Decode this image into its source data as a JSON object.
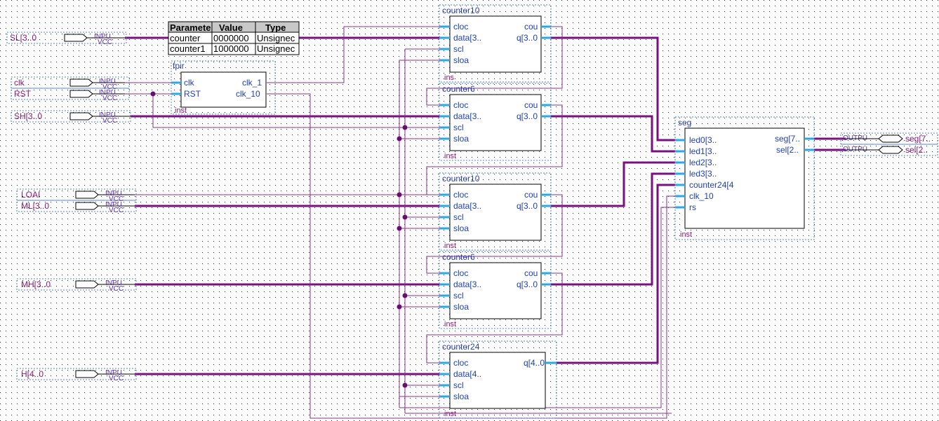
{
  "param_table": {
    "headers": [
      "Paramete",
      "Value",
      "Type"
    ],
    "rows": [
      [
        "counter",
        "0000000",
        "Unsignec"
      ],
      [
        "counter1",
        "1000000",
        "Unsignec"
      ]
    ]
  },
  "input_pins": [
    {
      "id": "sl",
      "label": "SL[3..0",
      "type": "INPU",
      "vcc": "VCC"
    },
    {
      "id": "clk",
      "label": "clk",
      "type": "INPU",
      "vcc": "VCC"
    },
    {
      "id": "rst",
      "label": "RST",
      "type": "INPU",
      "vcc": "VCC"
    },
    {
      "id": "sh",
      "label": "SH[3..0",
      "type": "INPU",
      "vcc": "VCC"
    },
    {
      "id": "load",
      "label": "LOAI",
      "type": "INPU",
      "vcc": "VCC"
    },
    {
      "id": "ml",
      "label": "ML[3..0",
      "type": "INPU",
      "vcc": "VCC"
    },
    {
      "id": "mh",
      "label": "MH[3..0",
      "type": "INPU",
      "vcc": "VCC"
    },
    {
      "id": "h",
      "label": "H[4..0",
      "type": "INPU",
      "vcc": "VCC"
    }
  ],
  "output_pins": [
    {
      "id": "seg7",
      "label": "seg[7..",
      "type": "OUTPU"
    },
    {
      "id": "sel2",
      "label": "sel[2..",
      "type": "OUTPU"
    }
  ],
  "blocks": {
    "fpin": {
      "title": "fpir",
      "inst": "inst",
      "in_ports": [
        "clk",
        "RST"
      ],
      "out_ports": [
        "clk_1",
        "clk_10"
      ]
    },
    "c10a": {
      "title": "counter10",
      "inst": "ins",
      "in_ports": [
        "cloc",
        "data[3..",
        "scl",
        "sloa"
      ],
      "out_ports": [
        "cou",
        "q[3..0"
      ]
    },
    "c6a": {
      "title": "counter6",
      "inst": "inst",
      "in_ports": [
        "cloc",
        "data[3..",
        "scl",
        "sloa"
      ],
      "out_ports": [
        "cou",
        "q[3..0"
      ]
    },
    "c10b": {
      "title": "counter10",
      "inst": "inst",
      "in_ports": [
        "cloc",
        "data[3..",
        "scl",
        "sloa"
      ],
      "out_ports": [
        "cou",
        "q[3..0"
      ]
    },
    "c6b": {
      "title": "counter6",
      "inst": "inst",
      "in_ports": [
        "cloc",
        "data[3..",
        "scl",
        "sloa"
      ],
      "out_ports": [
        "cou",
        "q[3..0"
      ]
    },
    "c24": {
      "title": "counter24",
      "inst": "inst",
      "in_ports": [
        "cloc",
        "data[4..",
        "scl",
        "sloa"
      ],
      "out_ports": [
        "q[4..0"
      ]
    },
    "seg": {
      "title": "seg",
      "inst": "inst",
      "in_ports": [
        "led0[3..",
        "led1[3..",
        "led2[3..",
        "led3[3..",
        "counter24[4",
        "clk_10",
        "rs"
      ],
      "out_ports": [
        "seg[7..",
        "sel[2.."
      ]
    }
  }
}
